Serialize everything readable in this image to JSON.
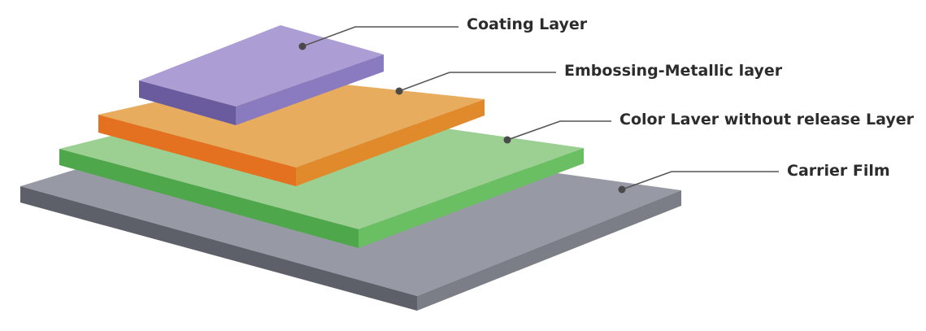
{
  "layers": [
    {
      "id": "coating",
      "label": "Coating Layer",
      "colors": {
        "top": "#ac9dd4",
        "front": "#6a5a9e",
        "side": "#8a7abf"
      }
    },
    {
      "id": "embossing",
      "label": "Embossing-Metallic layer",
      "colors": {
        "top": "#e8ac5e",
        "front": "#e3711f",
        "side": "#e18a2c"
      }
    },
    {
      "id": "color",
      "label": "Color Laver without release Layer",
      "colors": {
        "top": "#9ccf92",
        "front": "#4ea84b",
        "side": "#6bbf63"
      }
    },
    {
      "id": "carrier",
      "label": "Carrier Film",
      "colors": {
        "top": "#979aa4",
        "front": "#5e6069",
        "side": "#7c7e87"
      }
    }
  ],
  "leader_color": "#555555",
  "dot_color": "#4a4a4a"
}
